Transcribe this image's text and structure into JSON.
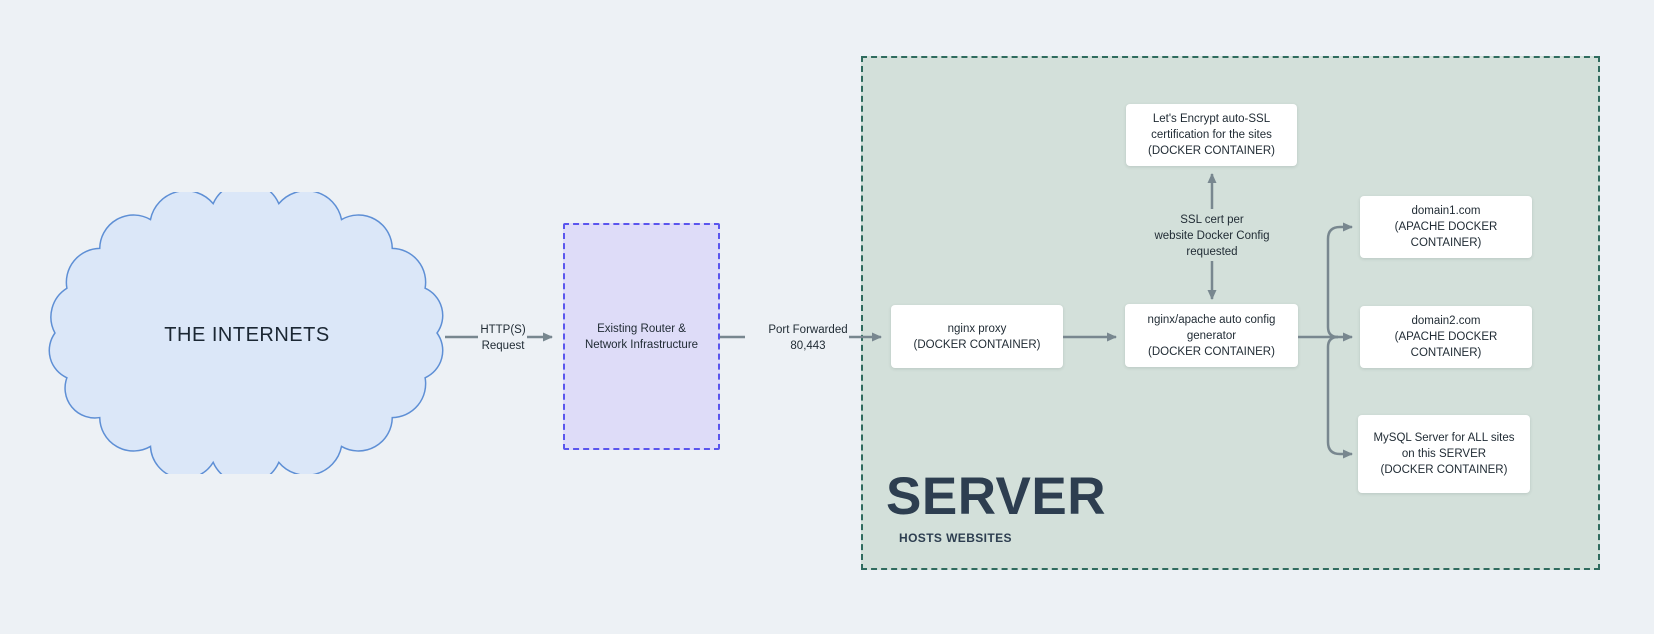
{
  "page": {
    "background": "#edf1f5"
  },
  "cloud": {
    "label": "THE INTERNETS",
    "fill": "#dbe7f8",
    "stroke": "#5e8fd5"
  },
  "edges": {
    "http_request": {
      "label": "HTTP(S)\nRequest"
    },
    "port_forwarded": {
      "label": "Port Forwarded\n80,443"
    },
    "ssl_cert": {
      "label": "SSL cert per\nwebsite Docker Config\nrequested"
    }
  },
  "router": {
    "label": "Existing Router &\nNetwork Infrastructure",
    "fill": "#dedcf8",
    "border": "#5a55ee"
  },
  "server": {
    "title": "SERVER",
    "subtitle": "HOSTS WEBSITES",
    "fill": "#d3e0da",
    "border": "#2f6b5e"
  },
  "nodes": {
    "nginx_proxy": {
      "label": "nginx proxy\n(DOCKER CONTAINER)"
    },
    "config_generator": {
      "label": "nginx/apache auto config\ngenerator\n(DOCKER CONTAINER)"
    },
    "lets_encrypt": {
      "label": "Let's Encrypt auto-SSL\ncertification for the sites\n(DOCKER CONTAINER)"
    },
    "domain1": {
      "label": "domain1.com\n(APACHE DOCKER CONTAINER)"
    },
    "domain2": {
      "label": "domain2.com\n(APACHE DOCKER CONTAINER)"
    },
    "mysql": {
      "label": "MySQL Server for ALL sites\non this SERVER\n(DOCKER CONTAINER)"
    }
  },
  "colors": {
    "arrow": "#78878f",
    "text": "#1f2a33",
    "title": "#2d3e50"
  }
}
